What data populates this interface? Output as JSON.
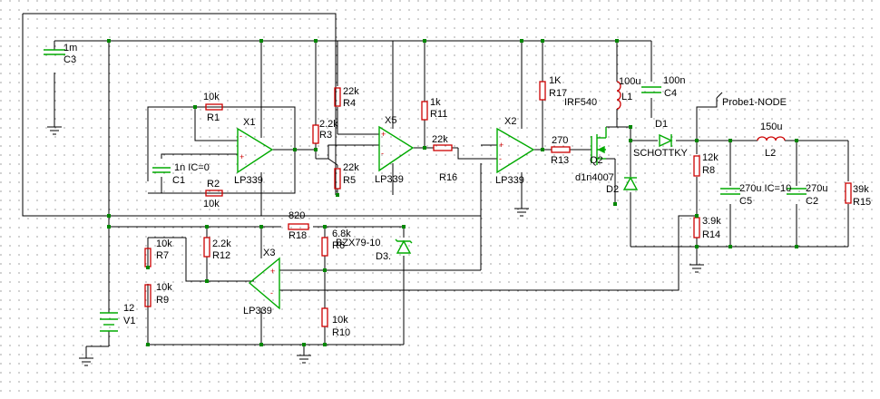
{
  "components": {
    "C3": {
      "ref": "C3",
      "value": "1m"
    },
    "R1": {
      "ref": "R1",
      "value": "10k"
    },
    "R2": {
      "ref": "R2",
      "value": "10k"
    },
    "C1": {
      "ref": "C1",
      "value": "1n IC=0"
    },
    "X1": {
      "ref": "X1",
      "model": "LP339"
    },
    "R4": {
      "ref": "R4",
      "value": "22k"
    },
    "R3": {
      "ref": "R3",
      "value": "2.2k"
    },
    "R5": {
      "ref": "R5",
      "value": "22k"
    },
    "X5": {
      "ref": "X5",
      "model": "LP339"
    },
    "R11": {
      "ref": "R11",
      "value": "1k"
    },
    "R16": {
      "ref": "R16",
      "value": "22k"
    },
    "X2": {
      "ref": "X2",
      "model": "LP339"
    },
    "R17": {
      "ref": "R17",
      "value": "1K"
    },
    "R13": {
      "ref": "R13",
      "value": "270"
    },
    "Q2": {
      "ref": "Q2",
      "model": "IRF540"
    },
    "L1": {
      "ref": "L1",
      "value": "100u"
    },
    "C4": {
      "ref": "C4",
      "value": "100n"
    },
    "D1": {
      "ref": "D1",
      "model": "SCHOTTKY"
    },
    "D2": {
      "ref": "D2",
      "model": "d1n4007"
    },
    "L2": {
      "ref": "L2",
      "value": "150u"
    },
    "R8": {
      "ref": "R8",
      "value": "12k"
    },
    "C5": {
      "ref": "C5",
      "value": "270u IC=10"
    },
    "C2": {
      "ref": "C2",
      "value": "270u"
    },
    "R15": {
      "ref": "R15",
      "value": "39k"
    },
    "R14": {
      "ref": "R14",
      "value": "3.9k"
    },
    "R18": {
      "ref": "R18",
      "value": "820"
    },
    "R7": {
      "ref": "R7",
      "value": "10k"
    },
    "R12": {
      "ref": "R12",
      "value": "2.2k"
    },
    "R6": {
      "ref": "R6",
      "value": "6.8k"
    },
    "D3": {
      "ref": "D3.",
      "model": "BZX79-10"
    },
    "X3": {
      "ref": "X3",
      "model": "LP339"
    },
    "R9": {
      "ref": "R9",
      "value": "10k"
    },
    "R10": {
      "ref": "R10",
      "value": "10k"
    },
    "V1": {
      "ref": "V1",
      "value": "12"
    }
  },
  "probe": {
    "label": "Probe1-NODE"
  },
  "colors": {
    "wire": "#000000",
    "resistor": "#cc0000",
    "component": "#00aa00",
    "node": "#008800",
    "grid": "#222222"
  }
}
